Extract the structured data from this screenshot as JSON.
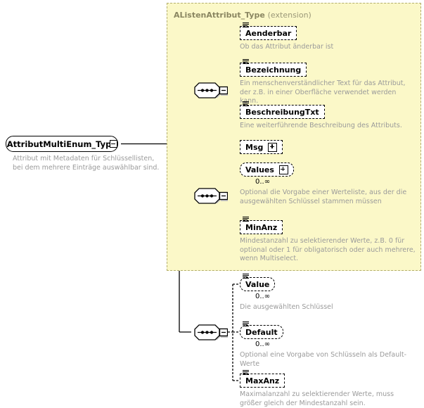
{
  "diagram": {
    "type": "xml-schema-diagram",
    "root": {
      "name": "AttributMultiEnum_Type",
      "documentation": "Attribut mit Metadaten für Schlüssellisten, bei dem mehrere Einträge auswählbar sind.",
      "collapse_icon": "minus-box-icon"
    },
    "extension": {
      "base": "AListenAttribut_Type",
      "kind": "(extension)"
    },
    "groups": [
      {
        "id": "inherited-sequence-1",
        "compositor": "sequence",
        "inside_extension": true,
        "elements": [
          {
            "name": "Aenderbar",
            "documentation": "Ob das Attribut änderbar ist",
            "optional": true,
            "shape": "attribute-box",
            "has_lines_icon": true,
            "expander": false,
            "occurs": ""
          },
          {
            "name": "Bezeichnung",
            "documentation": "Ein menschenverständlicher Text für das Attribut, der z.B. in einer Oberfläche verwendet werden kann.",
            "optional": true,
            "shape": "attribute-box",
            "has_lines_icon": true,
            "expander": false,
            "occurs": ""
          },
          {
            "name": "BeschreibungTxt",
            "documentation": "Eine weiterführende Beschreibung des Attributs.",
            "optional": true,
            "shape": "attribute-box",
            "has_lines_icon": true,
            "expander": false,
            "occurs": ""
          },
          {
            "name": "Msg",
            "documentation": "",
            "optional": true,
            "shape": "attribute-box",
            "has_lines_icon": false,
            "expander": true,
            "occurs": ""
          }
        ]
      },
      {
        "id": "inherited-sequence-2",
        "compositor": "sequence",
        "inside_extension": true,
        "elements": [
          {
            "name": "Values",
            "documentation": "Optional die Vorgabe einer Werteliste, aus der die ausgewählten Schlüssel stammen müssen",
            "optional": true,
            "shape": "repeating-box",
            "has_lines_icon": false,
            "expander": true,
            "occurs": "0..∞"
          },
          {
            "name": "MinAnz",
            "documentation": "Mindestanzahl zu selektierender Werte, z.B. 0 für optional oder 1 für obligatorisch oder auch mehrere, wenn Multiselect.",
            "optional": true,
            "shape": "attribute-box",
            "has_lines_icon": true,
            "expander": false,
            "occurs": ""
          }
        ]
      },
      {
        "id": "own-sequence",
        "compositor": "sequence",
        "inside_extension": false,
        "elements": [
          {
            "name": "Value",
            "documentation": "Die ausgewählten Schlüssel",
            "optional": true,
            "shape": "repeating-box",
            "has_lines_icon": true,
            "expander": false,
            "occurs": "0..∞"
          },
          {
            "name": "Default",
            "documentation": "Optional eine Vorgabe von Schlüsseln als Default-Werte",
            "optional": true,
            "shape": "repeating-box",
            "has_lines_icon": true,
            "expander": false,
            "occurs": "0..∞"
          },
          {
            "name": "MaxAnz",
            "documentation": "Maximalanzahl zu selektierender Werte, muss größer gleich der Mindestanzahl sein.",
            "optional": true,
            "shape": "attribute-box",
            "has_lines_icon": true,
            "expander": false,
            "occurs": ""
          }
        ]
      }
    ],
    "colors": {
      "extension_background": "#fbf8c8",
      "extension_border": "#b3ae6a",
      "extension_title": "#8a8661",
      "documentation_text": "#9a9a9a",
      "line": "#000000",
      "shadow": "#bcbcbc"
    }
  }
}
